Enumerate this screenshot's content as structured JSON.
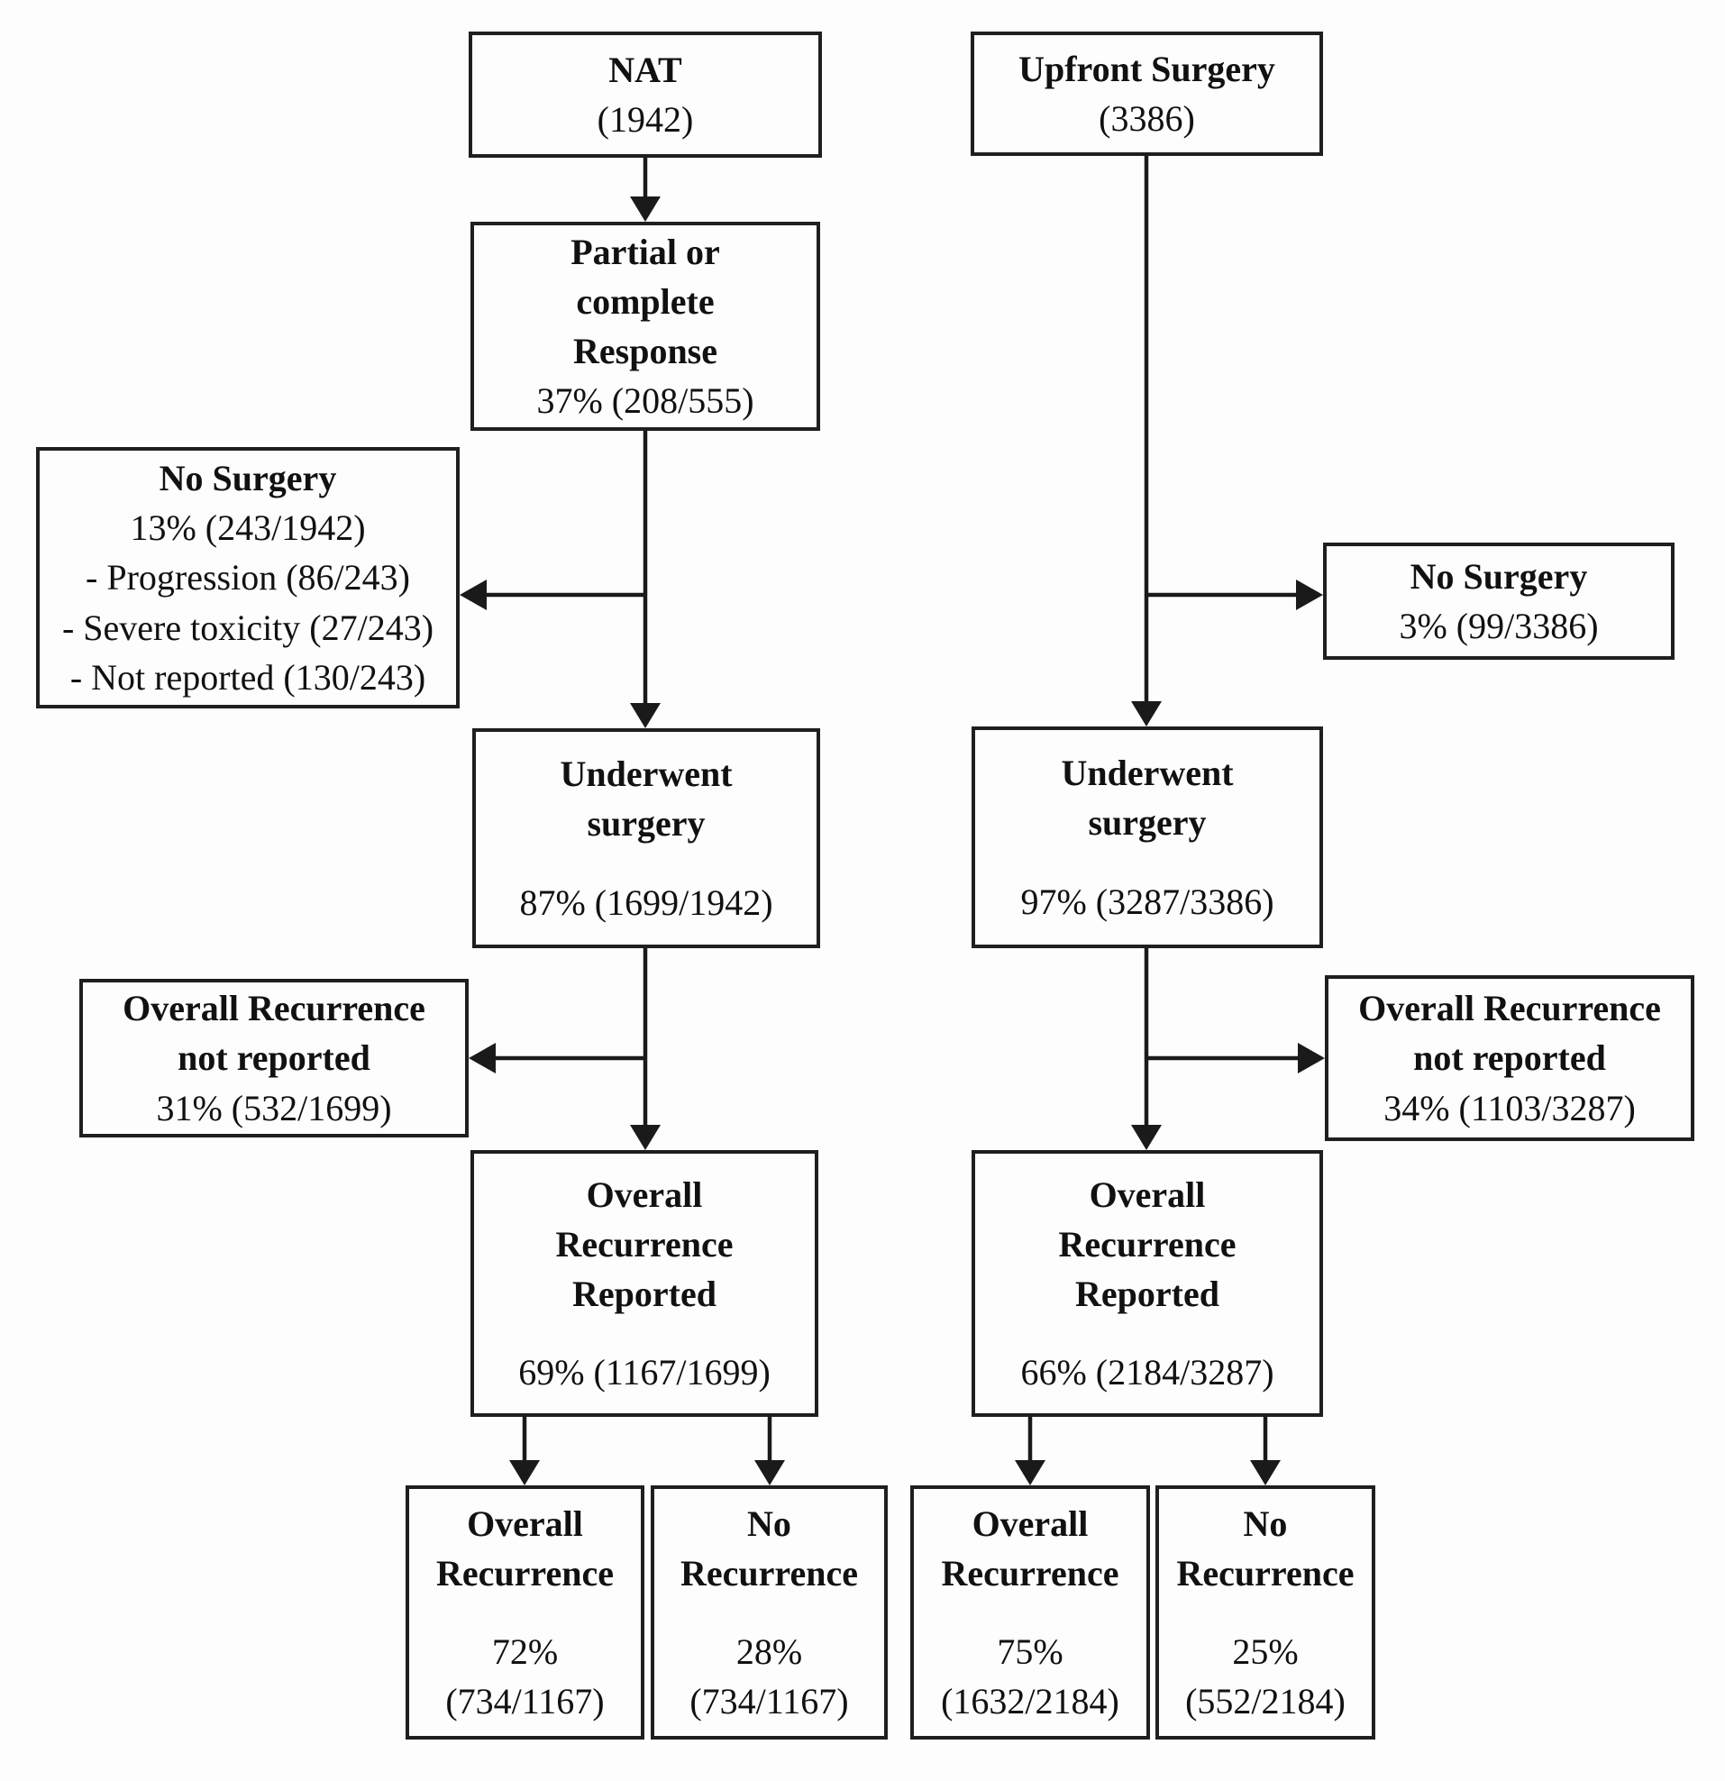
{
  "diagram": {
    "type": "flowchart",
    "description": "Two-arm treatment flow: NAT versus Upfront Surgery with surgery, recurrence-reporting and recurrence outcomes",
    "arms": [
      "NAT",
      "Upfront Surgery"
    ],
    "colors": {
      "background": "#fdfdfd",
      "line": "#1a1a1a",
      "box_border": "#1f1f1f",
      "text": "#111111"
    },
    "boxes": {
      "nat": {
        "title_lines": [
          "NAT"
        ],
        "value_lines": [
          "(1942)"
        ]
      },
      "upfront": {
        "title_lines": [
          "Upfront Surgery"
        ],
        "value_lines": [
          "(3386)"
        ]
      },
      "response": {
        "title_lines": [
          "Partial or",
          "complete",
          "Response"
        ],
        "value_lines": [
          "37% (208/555)"
        ]
      },
      "no_surgery_nat": {
        "title_lines": [
          "No Surgery"
        ],
        "value_lines": [
          "13% (243/1942)",
          "- Progression (86/243)",
          "- Severe toxicity (27/243)",
          "- Not reported (130/243)"
        ]
      },
      "no_surgery_upfront": {
        "title_lines": [
          "No Surgery"
        ],
        "value_lines": [
          "3% (99/3386)"
        ]
      },
      "underwent_nat": {
        "title_lines": [
          "Underwent",
          "surgery"
        ],
        "value_lines": [
          "87% (1699/1942)"
        ]
      },
      "underwent_upfront": {
        "title_lines": [
          "Underwent",
          "surgery"
        ],
        "value_lines": [
          "97% (3287/3386)"
        ]
      },
      "recurrence_not_reported_nat": {
        "title_lines": [
          "Overall Recurrence",
          "not reported"
        ],
        "value_lines": [
          "31% (532/1699)"
        ]
      },
      "recurrence_not_reported_upfront": {
        "title_lines": [
          "Overall Recurrence",
          "not reported"
        ],
        "value_lines": [
          "34% (1103/3287)"
        ]
      },
      "recurrence_reported_nat": {
        "title_lines": [
          "Overall",
          "Recurrence",
          "Reported"
        ],
        "value_lines": [
          "69% (1167/1699)"
        ]
      },
      "recurrence_reported_upfront": {
        "title_lines": [
          "Overall",
          "Recurrence",
          "Reported"
        ],
        "value_lines": [
          "66% (2184/3287)"
        ]
      },
      "overall_recurrence_nat": {
        "title_lines": [
          "Overall",
          "Recurrence"
        ],
        "value_lines": [
          "72%",
          "(734/1167)"
        ]
      },
      "no_recurrence_nat": {
        "title_lines": [
          "No",
          "Recurrence"
        ],
        "value_lines": [
          "28%",
          "(734/1167)"
        ]
      },
      "overall_recurrence_upfront": {
        "title_lines": [
          "Overall",
          "Recurrence"
        ],
        "value_lines": [
          "75%",
          "(1632/2184)"
        ]
      },
      "no_recurrence_upfront": {
        "title_lines": [
          "No",
          "Recurrence"
        ],
        "value_lines": [
          "25%",
          "(552/2184)"
        ]
      }
    }
  }
}
